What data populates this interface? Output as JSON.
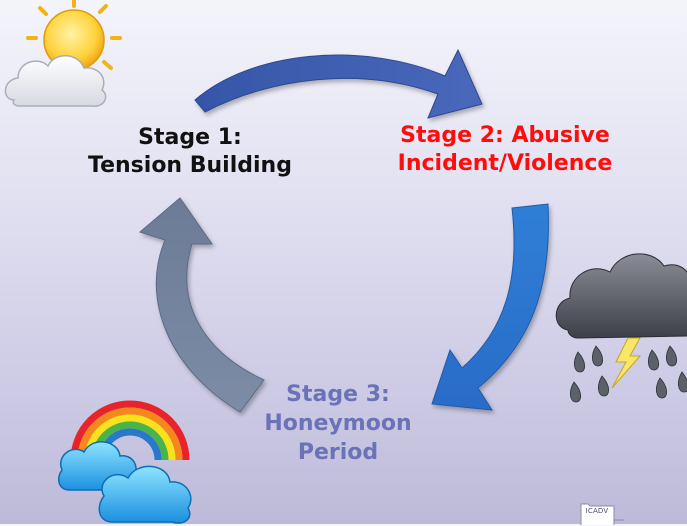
{
  "stages": [
    {
      "lines": [
        "Stage  1:",
        "Tension Building"
      ],
      "color": "#111111"
    },
    {
      "lines": [
        "Stage 2: Abusive",
        "Incident/Violence"
      ],
      "color": "#ff0d0d"
    },
    {
      "lines": [
        "Stage 3:",
        "Honeymoon",
        "Period"
      ],
      "color": "#6a73b8"
    }
  ],
  "arrows": [
    {
      "from": "stage-1",
      "to": "stage-2",
      "color": "#3d5cae"
    },
    {
      "from": "stage-2",
      "to": "stage-3",
      "color": "#2d7ad2"
    },
    {
      "from": "stage-3",
      "to": "stage-1",
      "color": "#7a8aa4"
    }
  ],
  "icons": [
    "sun-cloud-icon",
    "storm-cloud-icon",
    "rainbow-cloud-icon"
  ],
  "logo": {
    "text": "ICADV"
  }
}
